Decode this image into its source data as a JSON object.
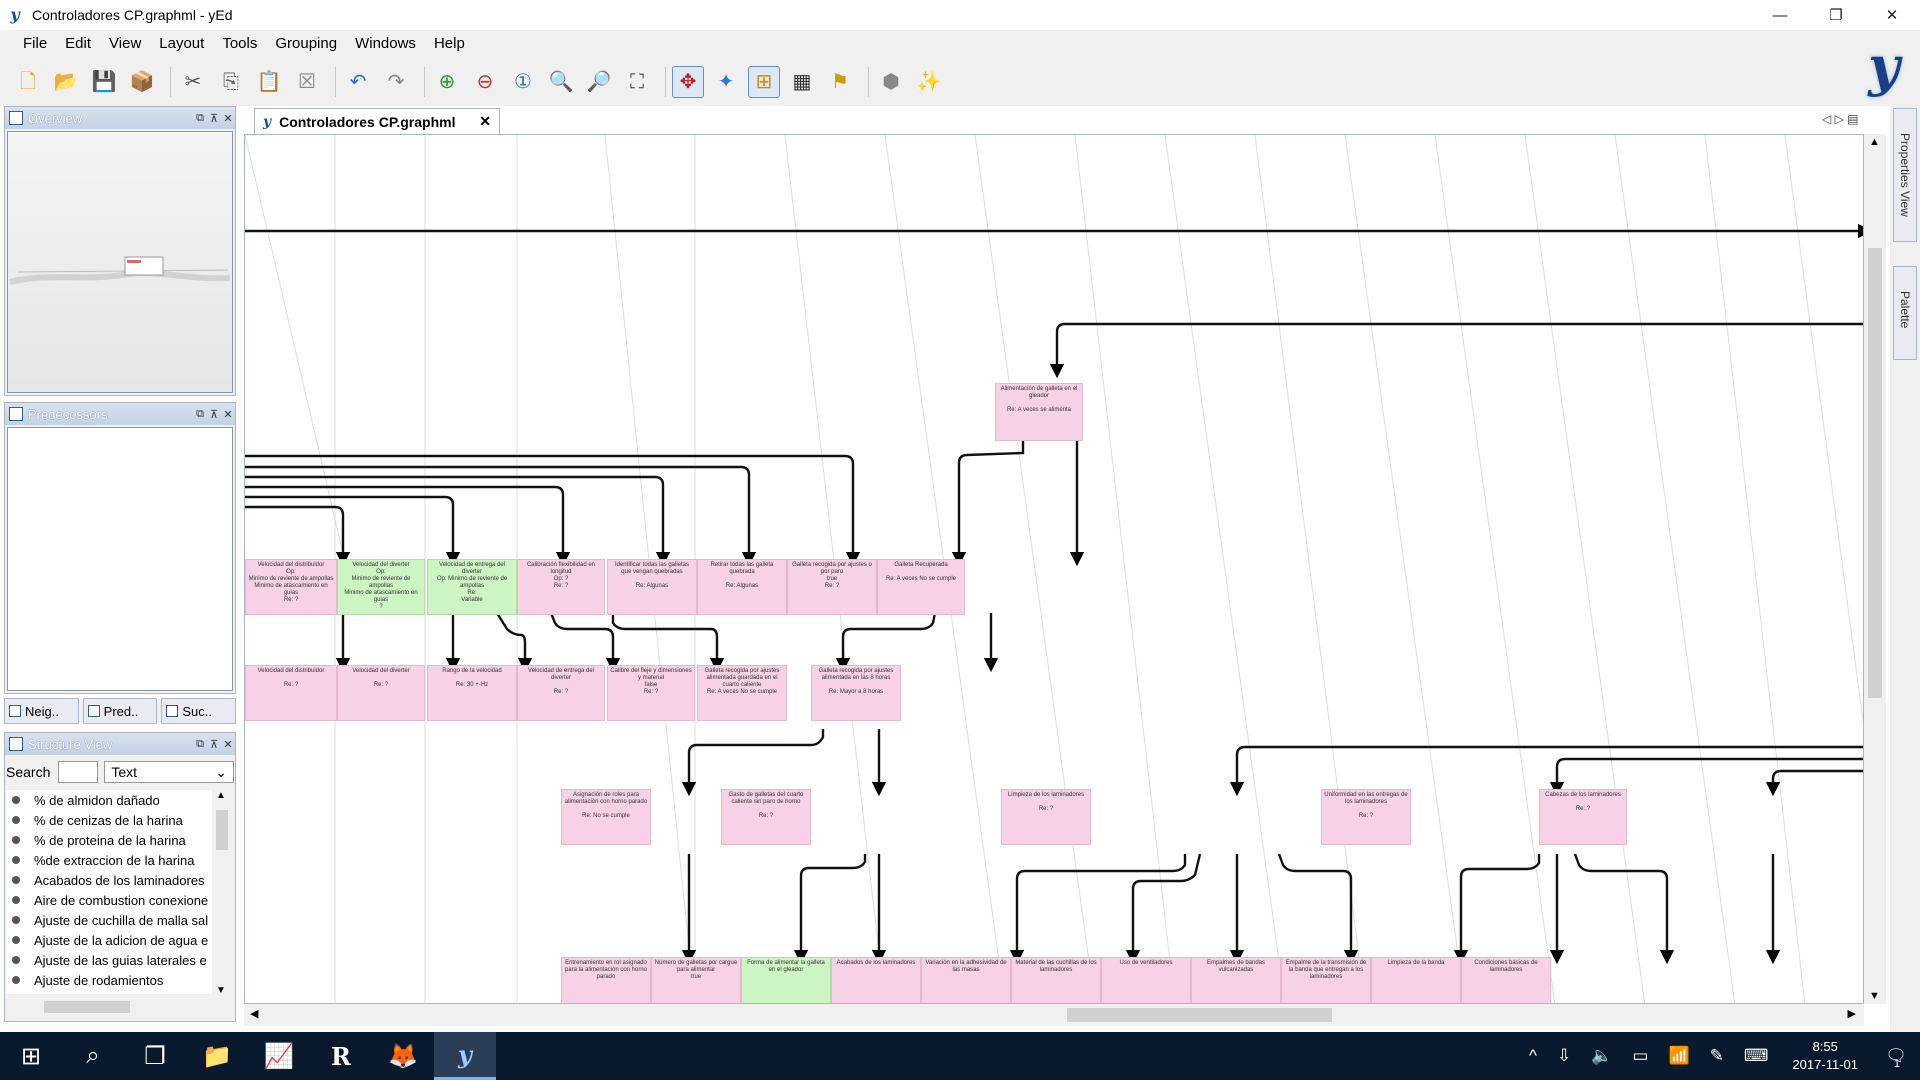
{
  "window": {
    "title": "Controladores CP.graphml - yEd",
    "min": "—",
    "restore": "❐",
    "close": "✕"
  },
  "menu": [
    "File",
    "Edit",
    "View",
    "Layout",
    "Tools",
    "Grouping",
    "Windows",
    "Help"
  ],
  "toolbar": [
    {
      "name": "new-document-icon",
      "glyph": "🗋"
    },
    {
      "name": "open-folder-icon",
      "glyph": "📂"
    },
    {
      "name": "save-icon",
      "glyph": "💾"
    },
    {
      "name": "export-icon",
      "glyph": "📦"
    },
    {
      "sep": true
    },
    {
      "name": "cut-icon",
      "glyph": "✂"
    },
    {
      "name": "copy-icon",
      "glyph": "⎘"
    },
    {
      "name": "paste-icon",
      "glyph": "📋"
    },
    {
      "name": "delete-icon",
      "glyph": "☒"
    },
    {
      "sep": true
    },
    {
      "name": "undo-icon",
      "glyph": "↶"
    },
    {
      "name": "redo-icon",
      "glyph": "↷"
    },
    {
      "sep": true
    },
    {
      "name": "zoom-in-icon",
      "glyph": "⊕"
    },
    {
      "name": "zoom-out-icon",
      "glyph": "⊖"
    },
    {
      "name": "zoom-original-icon",
      "glyph": "①"
    },
    {
      "name": "zoom-fit-icon",
      "glyph": "🔍"
    },
    {
      "name": "zoom-selection-icon",
      "glyph": "🔎"
    },
    {
      "name": "fit-content-icon",
      "glyph": "⛶"
    },
    {
      "sep": true
    },
    {
      "name": "edit-mode-icon",
      "glyph": "✥",
      "active": true
    },
    {
      "name": "navigate-mode-icon",
      "glyph": "✦"
    },
    {
      "name": "snap-lines-icon",
      "glyph": "⊞",
      "active": true
    },
    {
      "name": "grid-icon",
      "glyph": "▦"
    },
    {
      "name": "flag-icon",
      "glyph": "⚑"
    },
    {
      "sep": true
    },
    {
      "name": "plugin-icon",
      "glyph": "⬢"
    },
    {
      "name": "magic-wand-icon",
      "glyph": "✨"
    }
  ],
  "logo": "y",
  "overview": {
    "title": "Overview"
  },
  "predecessors": {
    "title": "Predecessors"
  },
  "bottom_tabs": [
    "Neig..",
    "Pred..",
    "Suc.."
  ],
  "structure": {
    "title": "Structure View",
    "search_label": "Search",
    "select_value": "Text",
    "items": [
      "% de almidon dañado",
      "% de cenizas de la harina",
      "% de proteina de la harina",
      "%de extraccion de la harina",
      "Acabados de los laminadores",
      "Aire de combustion conexione",
      "Ajuste de cuchilla de malla sal",
      "Ajuste de la adicion de agua e",
      "Ajuste de las guias laterales e",
      "Ajuste de rodamientos"
    ]
  },
  "doc_tab": {
    "label": "Controladores CP.graphml",
    "icon": "y",
    "close": "✕"
  },
  "nodes": [
    {
      "id": "n1",
      "text": "Alimentación de galleta en el gleador\n\nRe: A veces se alimenta",
      "green": false
    },
    {
      "id": "n2",
      "text": "Velocidad del distribuidor\nOp:\nMinimo de reviente de ampollas\nMinimo de atascamiento en guias\nRe: ?",
      "green": false
    },
    {
      "id": "n3",
      "text": "Velocidad del diverter\nOp:\nMinimo de reviente de ampollas\nMinimo de atascamiento en guias\n?",
      "green": true
    },
    {
      "id": "n4",
      "text": "Velocidad de entrega del diverter\nOp: Minimo de reviente de ampollas\nRe:\nVariable",
      "green": true
    },
    {
      "id": "n5",
      "text": "Calibración flexibilidad en longitud\nOp: ?\nRe: ?",
      "green": false
    },
    {
      "id": "n6",
      "text": "Identificar todas las galletas que vengan quebradas\n\nRe: Algunas",
      "green": false
    },
    {
      "id": "n7",
      "text": "Retirar todas las galleta quebrada\n\nRe: Algunas",
      "green": false
    },
    {
      "id": "n8",
      "text": "Galleta recogida por ajustes o por paro\ntrue\nRe: ?",
      "green": false
    },
    {
      "id": "n9",
      "text": "Galleta Recuperada\n\nRe: A veces No se cumple",
      "green": false
    },
    {
      "id": "n10",
      "text": "Velocidad del distribuidor\n\nRe: ?",
      "green": false
    },
    {
      "id": "n11",
      "text": "Velocidad del diverter\n\nRe: ?",
      "green": false
    },
    {
      "id": "n12",
      "text": "Rango de la velocidad\n\nRe: 30 +-Hz",
      "green": false
    },
    {
      "id": "n13",
      "text": "Velocidad de entrega del diverter\n\nRe: ?",
      "green": false
    },
    {
      "id": "n14",
      "text": "Calibre del fleje y dimensiones y material\nfalse\nRe: ?",
      "green": false
    },
    {
      "id": "n15",
      "text": "Galleta recogida por ajustes alimentada guardada en el cuarto caliente\nRe: A veces No se cumple",
      "green": false
    },
    {
      "id": "n16",
      "text": "Galleta recogida por ajustes alimentada en las 8 horas\n\nRe: Mayor a 8 horas",
      "green": false
    },
    {
      "id": "n17",
      "text": "Asignación de roles para alimentación con horno parado\n\nRe: No se cumple",
      "green": false
    },
    {
      "id": "n18",
      "text": "Gasto de galletas del cuarto caliente sin paro de horno\n\nRe: ?",
      "green": false
    },
    {
      "id": "n19",
      "text": "Limpieza de los laminadores\n\nRe: ?",
      "green": false
    },
    {
      "id": "n20",
      "text": "Uniformidad en las entregas de los laminadores\n\nRe: ?",
      "green": false
    },
    {
      "id": "n21",
      "text": "Cabezas de los laminadores\n\nRe: ?",
      "green": false
    },
    {
      "id": "n22",
      "text": "Entrenamiento en rol asignado para la alimentación con horno parado",
      "green": false
    },
    {
      "id": "n23",
      "text": "Número de galletas por cargue para alimentar\ntrue",
      "green": false
    },
    {
      "id": "n24",
      "text": "Forma de alimentar la galleta en el gleador",
      "green": true
    },
    {
      "id": "n25",
      "text": "Acabados de los laminadores",
      "green": false
    },
    {
      "id": "n26",
      "text": "Variación en la adhesividad de las masas",
      "green": false
    },
    {
      "id": "n27",
      "text": "Material de las cuchillas de los laminadores",
      "green": false
    },
    {
      "id": "n28",
      "text": "Uso de ventiladores",
      "green": false
    },
    {
      "id": "n29",
      "text": "Empalmes de bandas vulcanizadas",
      "green": false
    },
    {
      "id": "n30",
      "text": "Empalme de la transmisión de la banda que entregan a los laminadores",
      "green": false
    },
    {
      "id": "n31",
      "text": "Limpieza de la banda",
      "green": false
    },
    {
      "id": "n32",
      "text": "Condiciones básicas de laminadores",
      "green": false
    }
  ],
  "right_tabs": [
    "Properties View",
    "Palette"
  ],
  "taskbar": {
    "apps": [
      {
        "name": "start-icon",
        "glyph": "⊞"
      },
      {
        "name": "search-icon",
        "glyph": "⌕"
      },
      {
        "name": "task-view-icon",
        "glyph": "❐"
      },
      {
        "name": "file-explorer-icon",
        "glyph": "📁"
      },
      {
        "name": "spreadsheet-icon",
        "glyph": "📈"
      },
      {
        "name": "r-icon",
        "glyph": "R"
      },
      {
        "name": "firefox-icon",
        "glyph": "🦊"
      },
      {
        "name": "yed-icon",
        "glyph": "y",
        "active": true
      }
    ],
    "tray": [
      "^",
      "⇩",
      "🔈",
      "▭",
      "📶",
      "✎",
      "⌨"
    ],
    "time": "8:55",
    "date": "2017-11-01",
    "notification_count": "1"
  }
}
